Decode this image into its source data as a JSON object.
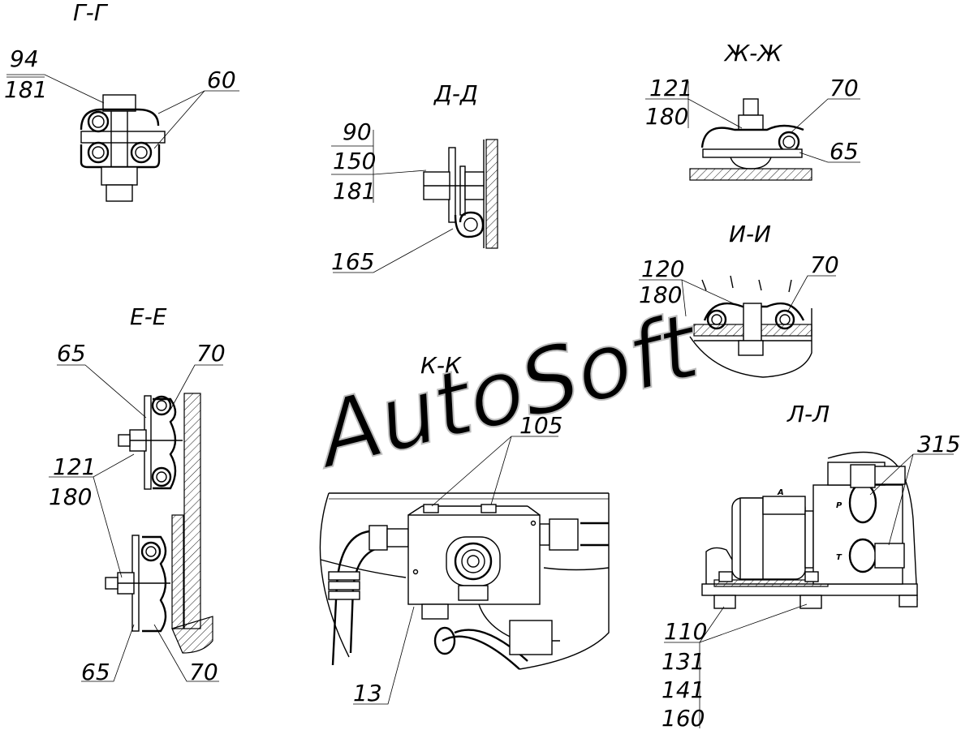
{
  "watermark": "AutoSoft",
  "sections": {
    "gg": "Г-Г",
    "dd": "Д-Д",
    "zhzh": "Ж-Ж",
    "ii": "И-И",
    "ee": "Е-Е",
    "kk": "К-К",
    "ll": "Л-Л"
  },
  "labels": {
    "gg_a1": "94",
    "gg_a2": "181",
    "gg_b": "60",
    "dd_a1": "90",
    "dd_a2": "150",
    "dd_a3": "181",
    "dd_b": "165",
    "zh_a1": "121",
    "zh_a2": "180",
    "zh_b": "70",
    "zh_c": "65",
    "ii_a1": "120",
    "ii_a2": "180",
    "ii_b": "70",
    "ee_a": "65",
    "ee_b": "70",
    "ee_c1": "121",
    "ee_c2": "180",
    "ee_d": "65",
    "ee_e": "70",
    "kk_a": "105",
    "kk_b": "13",
    "ll_a": "315",
    "ll_b1": "110",
    "ll_b2": "131",
    "ll_b3": "141",
    "ll_b4": "160"
  },
  "ports": {
    "p": "P",
    "t": "T",
    "a": "A"
  }
}
